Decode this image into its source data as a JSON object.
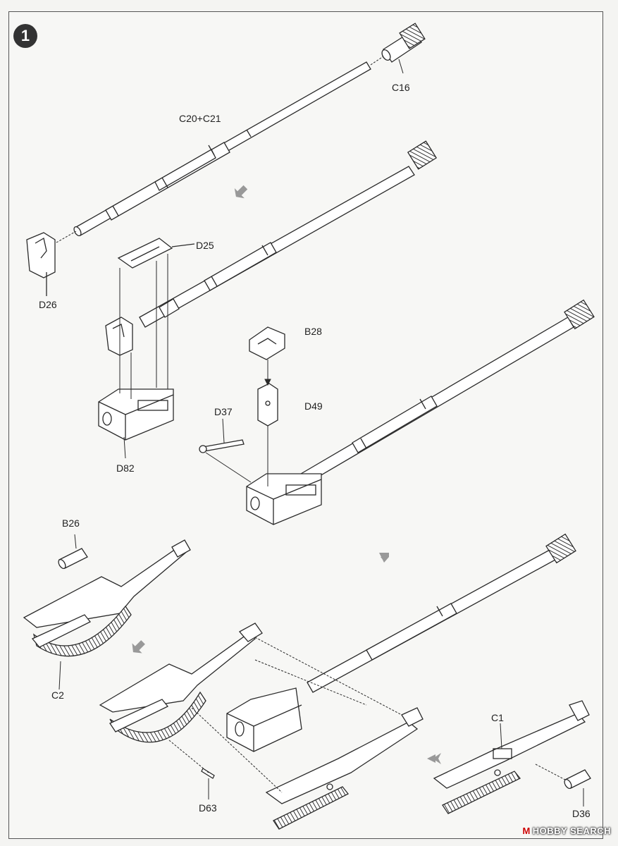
{
  "step": {
    "number": "1"
  },
  "labels": {
    "c16": "C16",
    "c20c21": "C20+C21",
    "d25": "D25",
    "d26": "D26",
    "b28": "B28",
    "d49": "D49",
    "d37": "D37",
    "d82": "D82",
    "b26": "B26",
    "c2": "C2",
    "c1": "C1",
    "d63": "D63",
    "d36": "D36"
  },
  "watermark": {
    "brand": "HOBBY SEARCH",
    "logo_glyph": "M"
  },
  "colors": {
    "line": "#2a2a2a",
    "paper": "#f7f7f5",
    "part_fill": "#ffffff",
    "arrow": "#8a8a8a"
  }
}
